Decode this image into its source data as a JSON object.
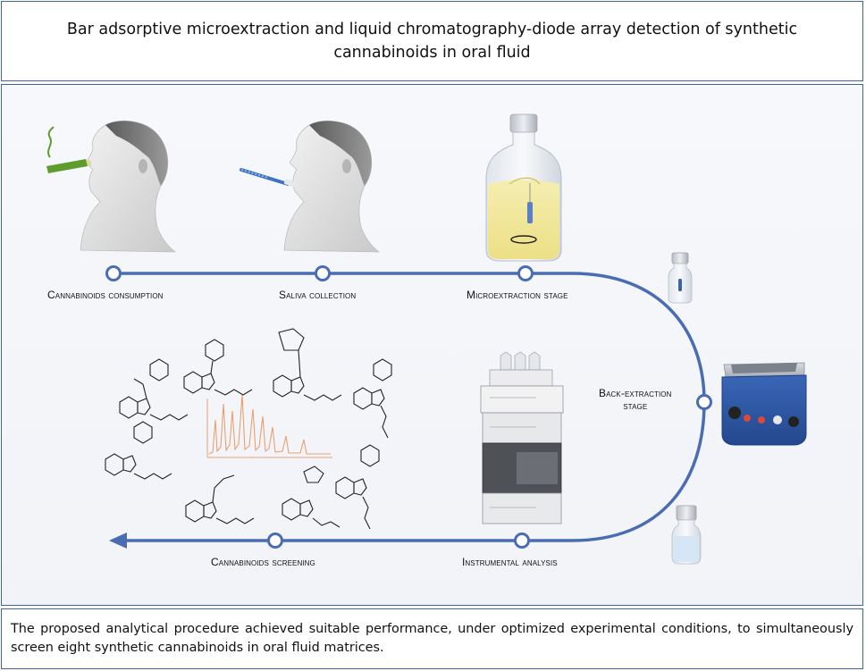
{
  "title": "Bar adsorptive microextraction and liquid chromatography-diode array detection of synthetic cannabinoids in oral fluid",
  "stages": {
    "cannabinoids_consumption": "Cannabinoids consumption",
    "saliva_collection": "Saliva collection",
    "microextraction_stage": "Microextraction stage",
    "back_extraction_line1": "Back-extraction",
    "back_extraction_line2": "stage",
    "instrumental_analysis": "Instrumental analysis",
    "cannabinoids_screening": "Cannabinoids screening"
  },
  "conclusion": "The proposed analytical procedure achieved suitable performance, under optimized experimental conditions, to simultaneously screen eight synthetic cannabinoids in oral fluid matrices.",
  "colors": {
    "frame": "#3f63a5",
    "flow_line": "#4a6cb3",
    "chromatogram": "#e8a070",
    "sonicator": "#2f58a6"
  },
  "icons": [
    "smoking-head-icon",
    "saliva-swab-head-icon",
    "extraction-flask-icon",
    "small-vial-icon",
    "ultrasonic-bath-icon",
    "hplc-instrument-icon",
    "chromatogram-icon",
    "molecule-structure-icon"
  ]
}
